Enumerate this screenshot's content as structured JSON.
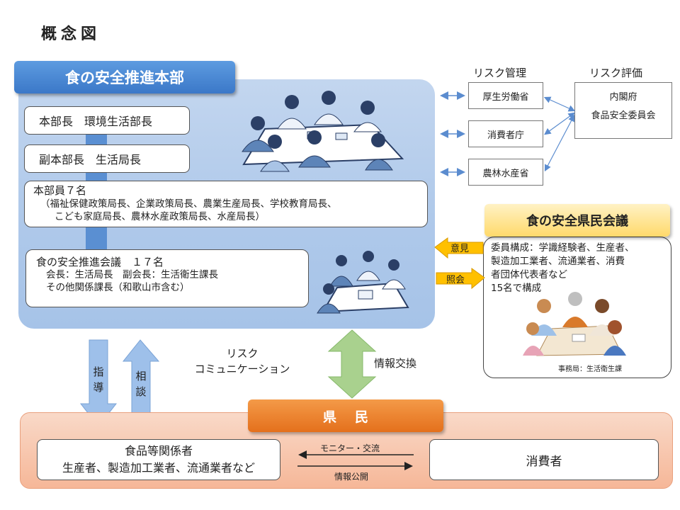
{
  "title": "概念図",
  "hq": {
    "header": "食の安全推進本部",
    "chief": "本部長　環境生活部長",
    "vice_chief": "副本部長　生活局長",
    "members_title": "本部員７名",
    "members_line1": "（福祉保健政策局長、企業政策局長、農業生産局長、学校教育局長、",
    "members_line2": "こども家庭局長、農林水産政策局長、水産局長）",
    "council_title": "食の安全推進会議　１７名",
    "council_line1": "会長：生活局長　副会長：生活衛生課長",
    "council_line2": "その他関係課長（和歌山市含む）"
  },
  "risk_management": {
    "label": "リスク管理",
    "items": [
      "厚生労働省",
      "消費者庁",
      "農林水産省"
    ]
  },
  "risk_assessment": {
    "label": "リスク評価",
    "line1": "内閣府",
    "line2": "食品安全委員会"
  },
  "prefectural_council": {
    "header": "食の安全県民会議",
    "lines": [
      "委員構成：学識経験者、生産者、",
      "製造加工業者、流通業者、消費",
      "者団体代表者など"
    ],
    "count": "15名で構成",
    "secretariat": "事務局：生活衛生課",
    "arrow_opinion": "意見",
    "arrow_inquiry": "照会"
  },
  "middle": {
    "guidance": "指導",
    "consultation": "相談",
    "risk_comm_line1": "リスク",
    "risk_comm_line2": "コミュニケーション",
    "info_exchange": "情報交換"
  },
  "citizens": {
    "header": "県民",
    "food_related_title": "食品等関係者",
    "food_related_sub": "生産者、製造加工業者、流通業者など",
    "consumers": "消費者",
    "monitor_exchange": "モニター・交流",
    "info_disclosure": "情報公開"
  },
  "colors": {
    "hq_blue": "#3b78c8",
    "citizens_orange": "#e4701c",
    "council_yellow": "#ffd96a",
    "arrow_green": "#a9d18e",
    "arrow_blue": "#8fb4e3"
  }
}
